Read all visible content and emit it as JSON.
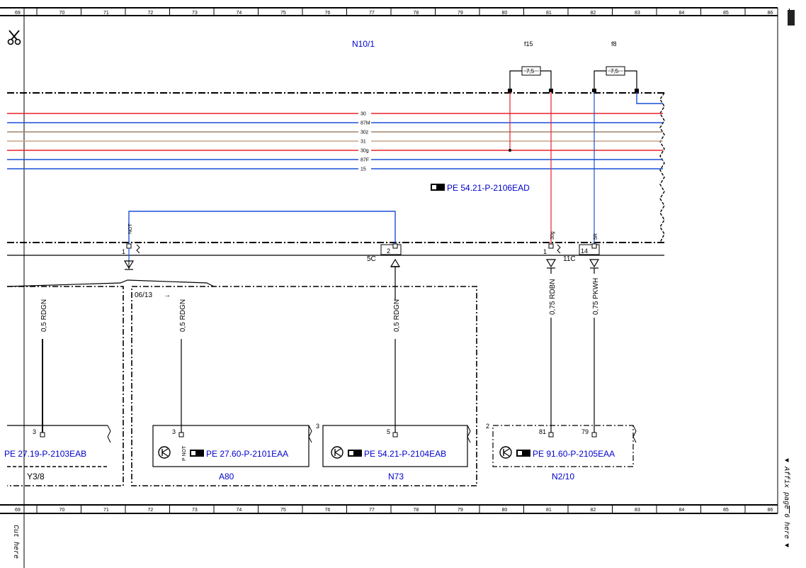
{
  "ruler": {
    "columns": [
      "69",
      "70",
      "71",
      "72",
      "73",
      "74",
      "75",
      "76",
      "77",
      "78",
      "79",
      "80",
      "81",
      "82",
      "83",
      "84",
      "85",
      "86"
    ]
  },
  "header": {
    "module_label": "N10/1",
    "fuse_f15_label": "f15",
    "fuse_f8_label": "f8",
    "fuse_rating": "7,5"
  },
  "bus": {
    "lines": [
      {
        "label": "30",
        "color": "#e8202a"
      },
      {
        "label": "87M",
        "color": "#1a4fd6"
      },
      {
        "label": "30z",
        "color": "#a0866a"
      },
      {
        "label": "31",
        "color": "#c9a48a"
      },
      {
        "label": "30g",
        "color": "#e8202a"
      },
      {
        "label": "87F",
        "color": "#1a4fd6"
      },
      {
        "label": "15",
        "color": "#1a4fd6"
      }
    ]
  },
  "refs": {
    "main": "PE 54.21-P-2106EAD",
    "y38": "PE 27.19-P-2103EAB",
    "a80": "PE 27.60-P-2101EAA",
    "n73": "PE 54.21-P-2104EAB",
    "n210": "PE 91.60-P-2105EAA"
  },
  "connectors": {
    "not_label": "NOT",
    "pin1_left": "1",
    "pin2": "2",
    "conn_5c": "5C",
    "pin1_right": "1",
    "conn_11c": "11C",
    "pin14": "14",
    "conn_30g": "30g",
    "conn_5r": "5R",
    "crossref": "06/13"
  },
  "wires": {
    "w1": "0,5 RDGN",
    "w2": "0,5 RDGN",
    "w3": "0,5 RDGN",
    "w4": "0,75 RDBN",
    "w5": "0,75 PKWH"
  },
  "components": {
    "y38": {
      "name": "Y3/8",
      "pin": "3"
    },
    "a80": {
      "name": "A80",
      "pin": "3",
      "pin_label": "P NOT",
      "group_pin": "3"
    },
    "n73": {
      "name": "N73",
      "pin": "5"
    },
    "n210": {
      "name": "N2/10",
      "pin_a": "81",
      "pin_b": "79",
      "group_pin": "2"
    }
  },
  "margin": {
    "cut_here": "Cut here",
    "affix": "▼ Affix page 6 here ▼",
    "scissors_icon": "scissors-icon"
  }
}
